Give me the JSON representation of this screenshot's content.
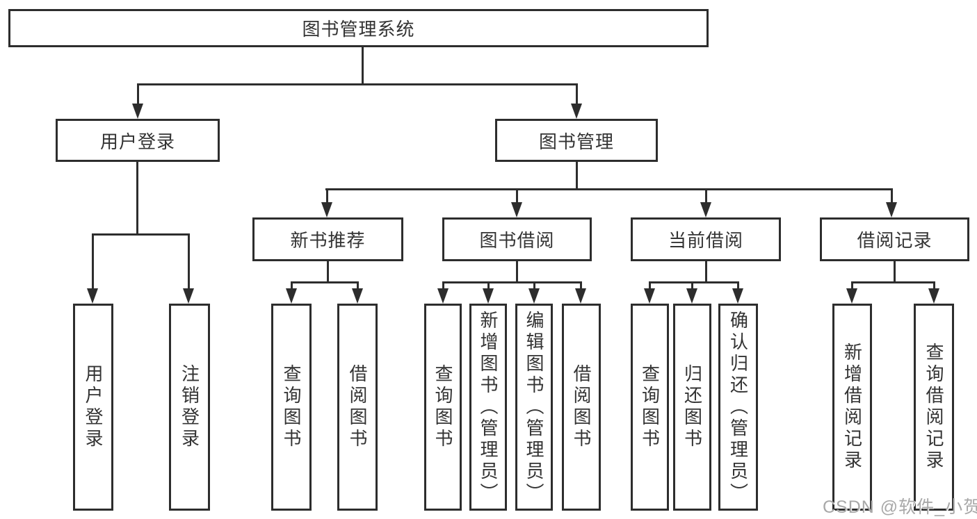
{
  "colors": {
    "line": "#2d2d2d",
    "text": "#333333",
    "watermark": "#a8a8a8",
    "background": "#ffffff"
  },
  "nodes": {
    "root": "图书管理系统",
    "level2": [
      "用户登录",
      "图书管理"
    ],
    "level3": [
      "新书推荐",
      "图书借阅",
      "当前借阅",
      "借阅记录"
    ],
    "leaves": [
      "用户登录",
      "注销登录",
      "查询图书",
      "借阅图书",
      "查询图书",
      "新增图书（管理员）",
      "编辑图书（管理员）",
      "借阅图书",
      "查询图书",
      "归还图书",
      "确认归还（管理员）",
      "新增借阅记录",
      "查询借阅记录"
    ]
  },
  "watermark": "CSDN @软件_小贺同学"
}
